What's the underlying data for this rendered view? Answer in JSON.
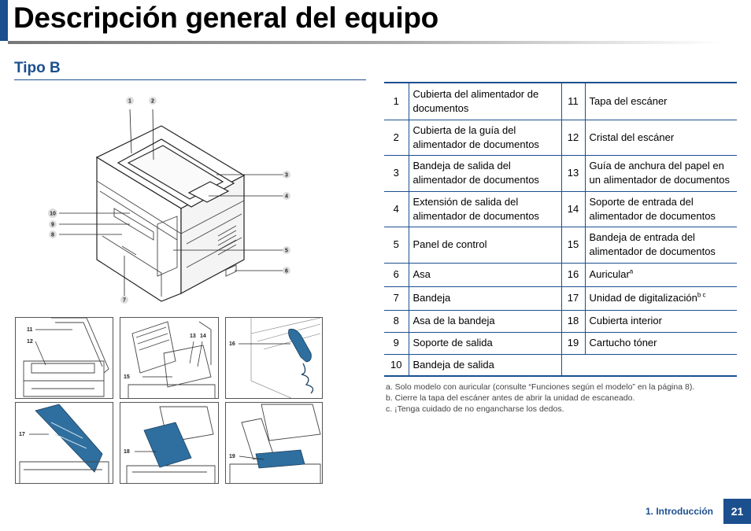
{
  "header": {
    "title": "Descripción general del equipo"
  },
  "section": {
    "title": "Tipo B"
  },
  "illustration": {
    "callouts": [
      "1",
      "2",
      "3",
      "4",
      "5",
      "6",
      "7",
      "8",
      "9",
      "10"
    ],
    "thumbnails": [
      {
        "callouts": [
          "11",
          "12"
        ]
      },
      {
        "callouts": [
          "13",
          "14",
          "15"
        ]
      },
      {
        "callouts": [
          "16"
        ]
      },
      {
        "callouts": [
          "17"
        ]
      },
      {
        "callouts": [
          "18"
        ]
      },
      {
        "callouts": [
          "19"
        ]
      }
    ]
  },
  "parts_table": {
    "rows": [
      {
        "n1": "1",
        "d1": "Cubierta del alimentador de documentos",
        "n2": "11",
        "d2": "Tapa del escáner",
        "s2": ""
      },
      {
        "n1": "2",
        "d1": "Cubierta de la guía del alimentador de documentos",
        "n2": "12",
        "d2": "Cristal del escáner",
        "s2": ""
      },
      {
        "n1": "3",
        "d1": "Bandeja de salida del alimentador de documentos",
        "n2": "13",
        "d2": "Guía de anchura del papel en un alimentador de documentos",
        "s2": ""
      },
      {
        "n1": "4",
        "d1": "Extensión de salida del alimentador de documentos",
        "n2": "14",
        "d2": "Soporte de entrada del alimentador de documentos",
        "s2": ""
      },
      {
        "n1": "5",
        "d1": "Panel de control",
        "n2": "15",
        "d2": "Bandeja de entrada del alimentador de documentos",
        "s2": ""
      },
      {
        "n1": "6",
        "d1": "Asa",
        "n2": "16",
        "d2": "Auricular",
        "s2": "a"
      },
      {
        "n1": "7",
        "d1": "Bandeja",
        "n2": "17",
        "d2": "Unidad de digitalización",
        "s2": "b c"
      },
      {
        "n1": "8",
        "d1": "Asa de la bandeja",
        "n2": "18",
        "d2": "Cubierta interior",
        "s2": ""
      },
      {
        "n1": "9",
        "d1": "Soporte de salida",
        "n2": "19",
        "d2": "Cartucho tóner",
        "s2": ""
      },
      {
        "n1": "10",
        "d1": "Bandeja de salida",
        "n2": "",
        "d2": "",
        "s2": ""
      }
    ]
  },
  "footnotes": [
    "a. Solo modelo con auricular (consulte “Funciones según el modelo” en la página 8).",
    "b. Cierre la tapa del escáner antes de abrir la unidad de escaneado.",
    "c. ¡Tenga cuidado de no engancharse los dedos."
  ],
  "footer": {
    "chapter": "1. Introducción",
    "page": "21"
  },
  "colors": {
    "accent": "#1b4f8e",
    "part_highlight": "#2f6f9f"
  }
}
